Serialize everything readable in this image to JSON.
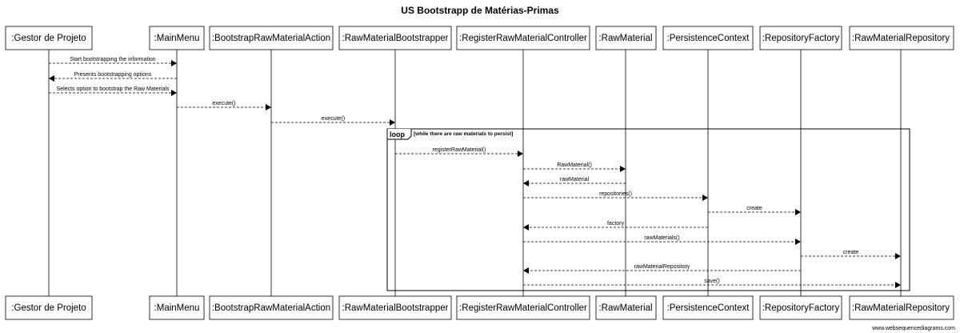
{
  "title": "US Bootstrapp  de Matérias-Primas",
  "credit": "www.websequencediagrams.com",
  "participants": [
    {
      "id": "gestor",
      "label": ":Gestor de Projeto"
    },
    {
      "id": "menu",
      "label": ":MainMenu"
    },
    {
      "id": "action",
      "label": ":BootstrapRawMaterialAction"
    },
    {
      "id": "bootstrapper",
      "label": ":RawMaterialBootstrapper"
    },
    {
      "id": "controller",
      "label": ":RegisterRawMaterialController"
    },
    {
      "id": "rawmaterial",
      "label": ":RawMaterial"
    },
    {
      "id": "persistence",
      "label": ":PersistenceContext"
    },
    {
      "id": "factory",
      "label": ":RepositoryFactory"
    },
    {
      "id": "repository",
      "label": ":RawMaterialRepository"
    }
  ],
  "messages": [
    {
      "from": "gestor",
      "to": "menu",
      "label": "Start bootstrapping the information"
    },
    {
      "from": "menu",
      "to": "gestor",
      "label": "Presents bootstrapping options"
    },
    {
      "from": "gestor",
      "to": "menu",
      "label": "Selects option to bootstrap the Raw Materials"
    },
    {
      "from": "menu",
      "to": "action",
      "label": "execute()"
    },
    {
      "from": "action",
      "to": "bootstrapper",
      "label": "execute()"
    },
    {
      "from": "bootstrapper",
      "to": "controller",
      "label": "registerRawMaterial()"
    },
    {
      "from": "controller",
      "to": "rawmaterial",
      "label": "RawMaterial()"
    },
    {
      "from": "rawmaterial",
      "to": "controller",
      "label": "rawMaterial"
    },
    {
      "from": "controller",
      "to": "persistence",
      "label": "repositories()"
    },
    {
      "from": "persistence",
      "to": "factory",
      "label": "create"
    },
    {
      "from": "persistence",
      "to": "controller",
      "label": "factory"
    },
    {
      "from": "controller",
      "to": "factory",
      "label": "rawMaterials()"
    },
    {
      "from": "factory",
      "to": "repository",
      "label": "create"
    },
    {
      "from": "factory",
      "to": "controller",
      "label": "rawMaterialRepository"
    },
    {
      "from": "controller",
      "to": "repository",
      "label": "save()"
    }
  ],
  "loop": {
    "keyword": "loop",
    "condition": "[while there are raw materials to persist]"
  }
}
